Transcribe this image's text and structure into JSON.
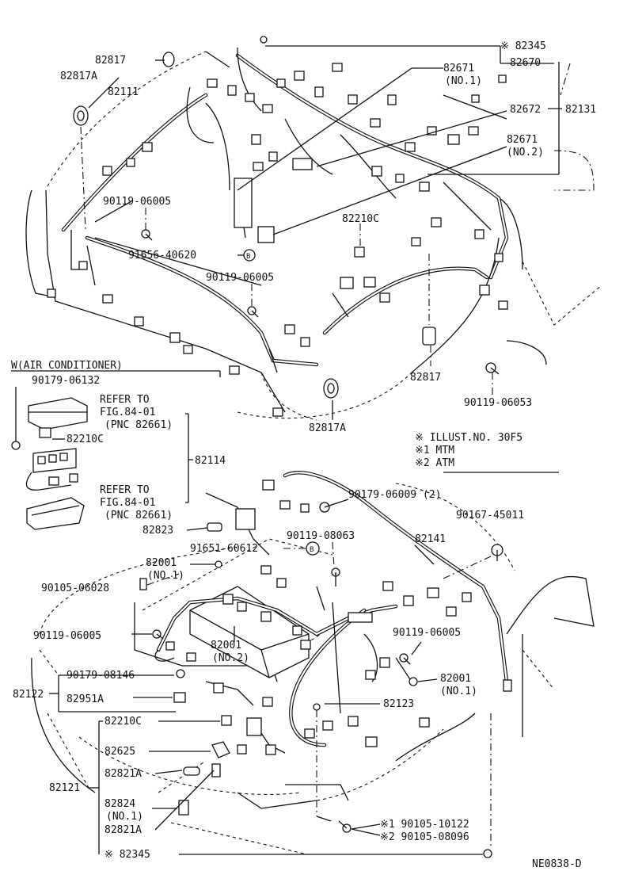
{
  "callouts": {
    "p82345_top": "※ 82345",
    "p82670": "82670",
    "p82671_no1": "82671",
    "p82671_no1_sub": "(NO.1)",
    "p82817_top": "82817",
    "p82817A_top": "82817A",
    "p82111": "82111",
    "p82672": "82672",
    "p82131": "82131",
    "p82671_no2": "82671",
    "p82671_no2_sub": "(NO.2)",
    "p90119_06005_a": "90119-06005",
    "p82210C_top": "82210C",
    "p91656_40620": "91656-40620",
    "p90119_06005_b": "90119-06005",
    "p82817_mid": "82817",
    "p90119_06053": "90119-06053",
    "p82817A_mid": "82817A",
    "air_cond": "W(AIR CONDITIONER)",
    "p90179_06132": "90179-06132",
    "refer1_a": "REFER TO",
    "refer1_b": "FIG.84-01",
    "refer1_c": "(PNC 82661)",
    "p82210C_mid": "82210C",
    "p82114": "82114",
    "refer2_a": "REFER TO",
    "refer2_b": "FIG.84-01",
    "refer2_c": "(PNC 82661)",
    "p90179_06009": "90179-06009 (2)",
    "p90167_45011": "90167-45011",
    "p82823": "82823",
    "p82141": "82141",
    "p91651_60612": "91651-60612",
    "p90119_08063": "90119-08063",
    "p82001_no1_a": "82001",
    "p82001_no1_a_sub": "(NO.1)",
    "p90105_06028": "90105-06028",
    "p90119_06005_c": "90119-06005",
    "p90119_06005_d": "90119-06005",
    "p82001_no2": "82001",
    "p82001_no2_sub": "(NO.2)",
    "p90179_08146": "90179-08146",
    "p82001_no1_b": "82001",
    "p82001_no1_b_sub": "(NO.1)",
    "p82122": "82122",
    "p82951A": "82951A",
    "p82123": "82123",
    "p82210C_bot": "82210C",
    "p82625": "82625",
    "p82821A_a": "82821A",
    "p82121": "82121",
    "p82824": "82824",
    "p82824_sub": "(NO.1)",
    "p82821A_b": "82821A",
    "p90105_10122": "※1 90105-10122",
    "p90105_08096": "※2 90105-08096",
    "p82345_bot": "※ 82345",
    "code": "NE0838-D"
  },
  "legend": {
    "star": "※  ILLUST.NO. 30F5",
    "star1": "※1 MTM",
    "star2": "※2 ATM"
  }
}
